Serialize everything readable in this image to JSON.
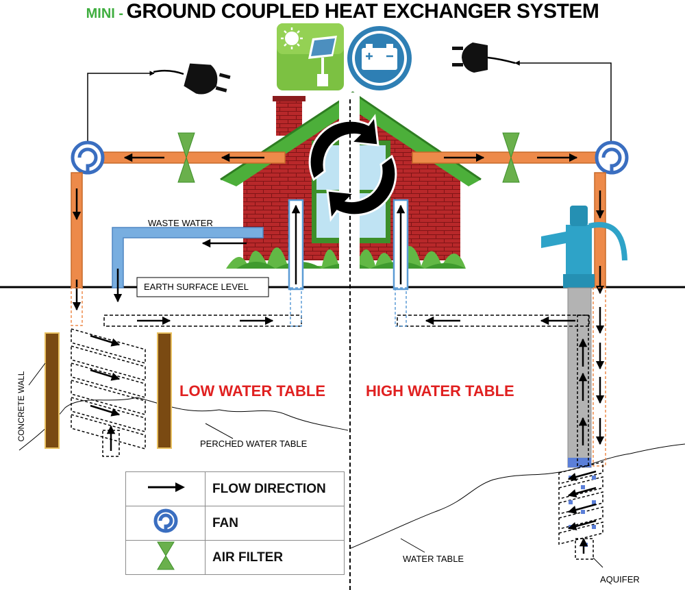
{
  "title": {
    "prefix": "MINI -",
    "main": "GROUND COUPLED HEAT EXCHANGER SYSTEM"
  },
  "labels": {
    "waste_water": "WASTE WATER",
    "earth_surface": "EARTH SURFACE LEVEL",
    "low_water_table": "LOW WATER TABLE",
    "high_water_table": "HIGH WATER TABLE",
    "concrete_wall": "CONCRETE WALL",
    "perched_water_table": "PERCHED WATER TABLE",
    "water_table": "WATER TABLE",
    "aquifer": "AQUIFER"
  },
  "legend": [
    {
      "icon": "arrow-icon",
      "label": "FLOW DIRECTION"
    },
    {
      "icon": "fan-icon",
      "label": "FAN"
    },
    {
      "icon": "air-filter-icon",
      "label": "AIR FILTER"
    }
  ],
  "colors": {
    "pipe_orange": "#ed8a4a",
    "pipe_blue": "#5b9bd5",
    "fan_blue": "#3a6ec0",
    "filter_green": "#6ab04c",
    "heading_red": "#e02020",
    "wall_brown": "#7a4a12",
    "roof_green": "#4caf3a",
    "brick_red": "#b8282a"
  }
}
